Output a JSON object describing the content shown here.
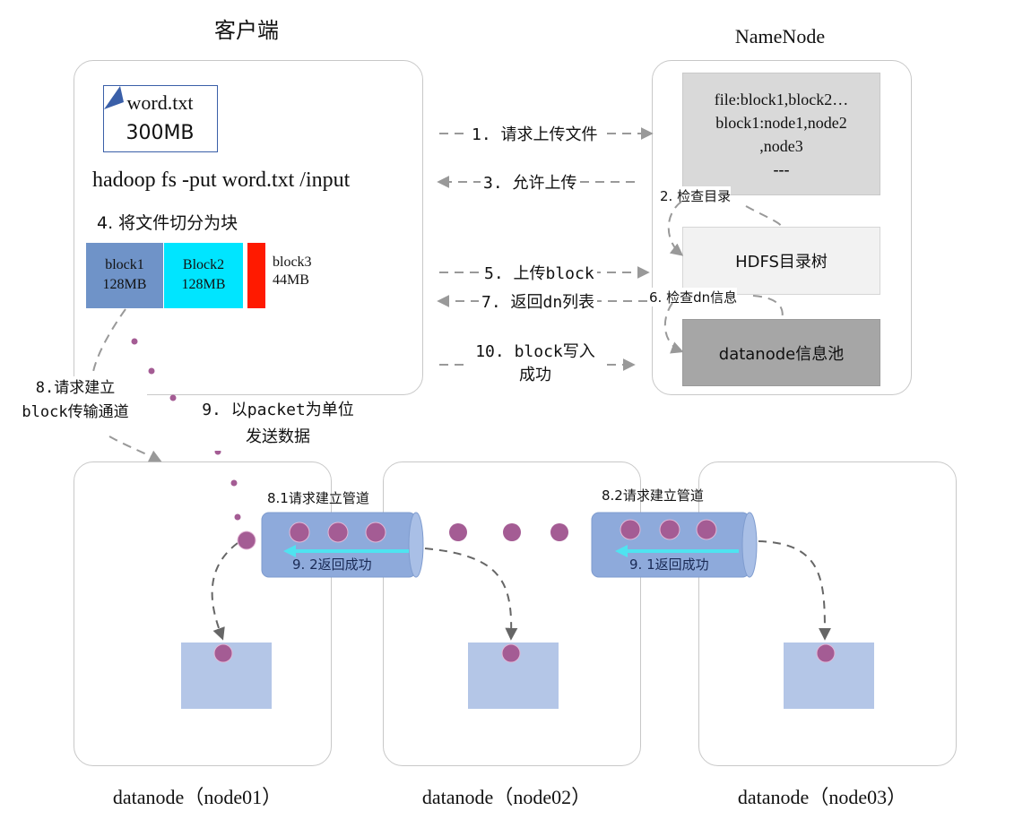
{
  "client": {
    "title": "客户端",
    "file": {
      "name": "word.txt",
      "size": "300MB"
    },
    "command": "hadoop fs -put word.txt /input",
    "split_step": "4. 将文件切分为块",
    "blocks": [
      {
        "name": "block1",
        "size": "128MB",
        "color": "#6f93c8"
      },
      {
        "name": "Block2",
        "size": "128MB",
        "color": "#00e5ff"
      },
      {
        "name": "block3",
        "size": "44MB",
        "color": "#ff1a00"
      }
    ]
  },
  "namenode": {
    "title": "NameNode",
    "metadata_lines": [
      "file:block1,block2…",
      "block1:node1,node2",
      ",node3",
      "---"
    ],
    "dir_tree": "HDFS目录树",
    "info_pool": "datanode信息池",
    "check_dir": "2. 检查目录",
    "check_dn": "6. 检查dn信息"
  },
  "messages": {
    "m1": "1. 请求上传文件",
    "m3": "3. 允许上传",
    "m5": "5. 上传block",
    "m7": "7. 返回dn列表",
    "m10_line1": "10. block写入",
    "m10_line2": "成功",
    "m8_line1": "8.请求建立",
    "m8_line2": "block传输通道",
    "m9_line1": "9. 以packet为单位",
    "m9_line2": "发送数据",
    "m81": "8.1请求建立管道",
    "m82": "8.2请求建立管道",
    "m92": "9. 2返回成功",
    "m91": "9. 1返回成功"
  },
  "datanodes": [
    {
      "label": "datanode（node01）"
    },
    {
      "label": "datanode（node02）"
    },
    {
      "label": "datanode（node03）"
    }
  ],
  "colors": {
    "packet": "#a45c94",
    "pipe": "#8eaadb",
    "storage": "#b4c6e7",
    "return_arrow": "#4fe3f0",
    "arrow": "#999999"
  }
}
